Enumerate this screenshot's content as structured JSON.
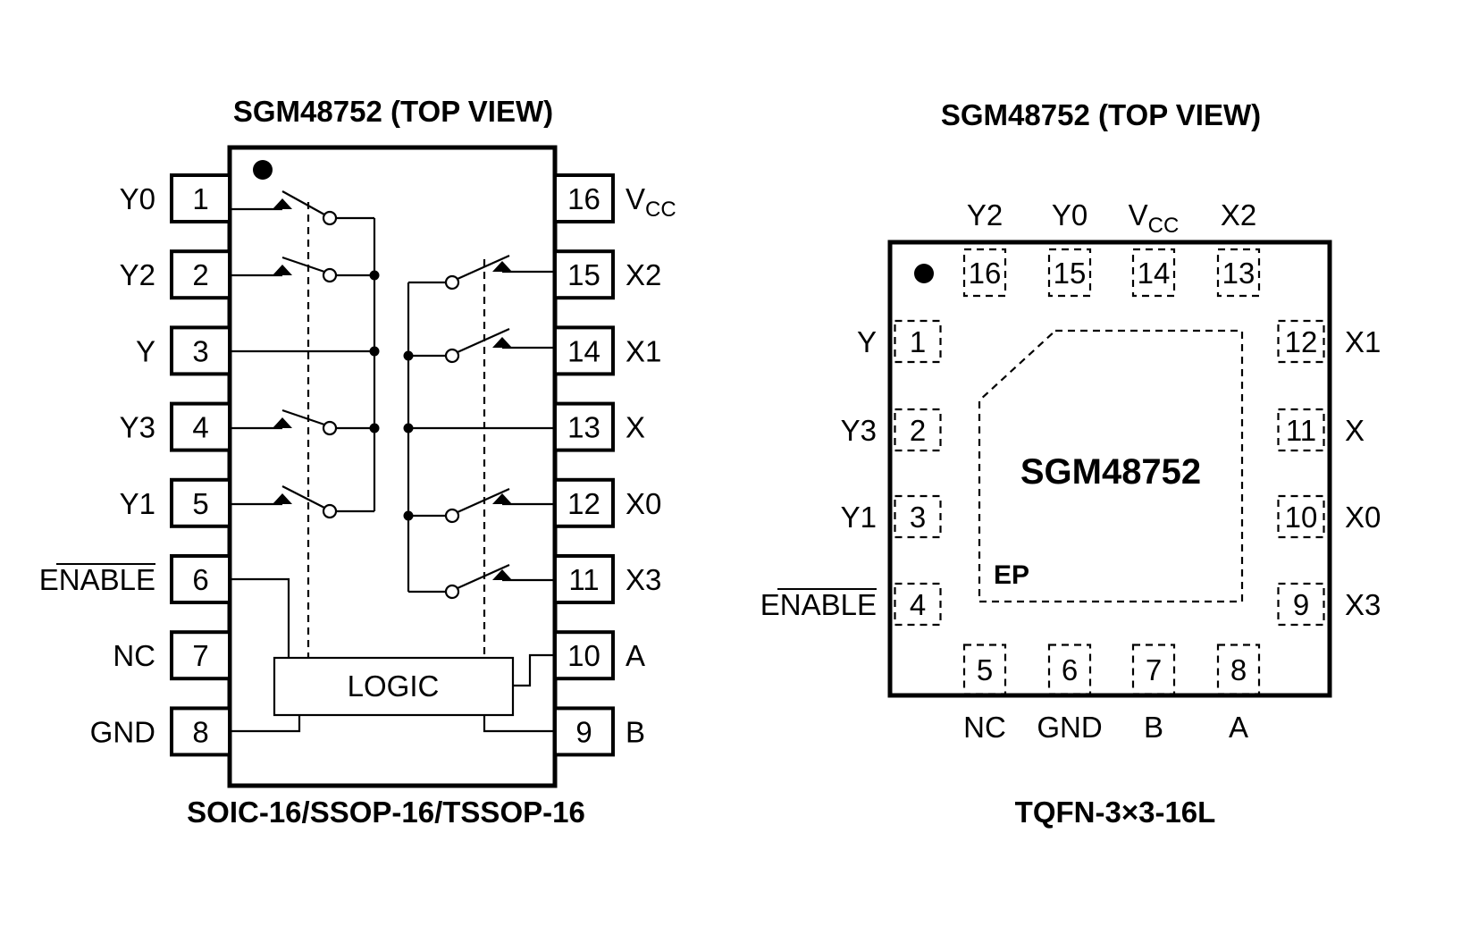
{
  "left_package": {
    "title": "SGM48752 (TOP VIEW)",
    "caption": "SOIC-16/SSOP-16/TSSOP-16",
    "logic_label": "LOGIC",
    "pins": [
      {
        "num": "1",
        "name": "Y0"
      },
      {
        "num": "2",
        "name": "Y2"
      },
      {
        "num": "3",
        "name": "Y"
      },
      {
        "num": "4",
        "name": "Y3"
      },
      {
        "num": "5",
        "name": "Y1"
      },
      {
        "num": "6",
        "name": "ENABLE",
        "overline": true
      },
      {
        "num": "7",
        "name": "NC"
      },
      {
        "num": "8",
        "name": "GND"
      },
      {
        "num": "9",
        "name": "B"
      },
      {
        "num": "10",
        "name": "A"
      },
      {
        "num": "11",
        "name": "X3"
      },
      {
        "num": "12",
        "name": "X0"
      },
      {
        "num": "13",
        "name": "X"
      },
      {
        "num": "14",
        "name": "X1"
      },
      {
        "num": "15",
        "name": "X2"
      },
      {
        "num": "16",
        "name": "V",
        "sub": "CC"
      }
    ]
  },
  "right_package": {
    "title": "SGM48752 (TOP VIEW)",
    "caption": "TQFN-3×3-16L",
    "chip_label": "SGM48752",
    "ep_label": "EP",
    "pins": [
      {
        "num": "1",
        "name": "Y"
      },
      {
        "num": "2",
        "name": "Y3"
      },
      {
        "num": "3",
        "name": "Y1"
      },
      {
        "num": "4",
        "name": "ENABLE",
        "overline": true
      },
      {
        "num": "5",
        "name": "NC"
      },
      {
        "num": "6",
        "name": "GND"
      },
      {
        "num": "7",
        "name": "B"
      },
      {
        "num": "8",
        "name": "A"
      },
      {
        "num": "9",
        "name": "X3"
      },
      {
        "num": "10",
        "name": "X0"
      },
      {
        "num": "11",
        "name": "X"
      },
      {
        "num": "12",
        "name": "X1"
      },
      {
        "num": "13",
        "name": "X2"
      },
      {
        "num": "14",
        "name": "V",
        "sub": "CC"
      },
      {
        "num": "15",
        "name": "Y0"
      },
      {
        "num": "16",
        "name": "Y2"
      }
    ]
  }
}
